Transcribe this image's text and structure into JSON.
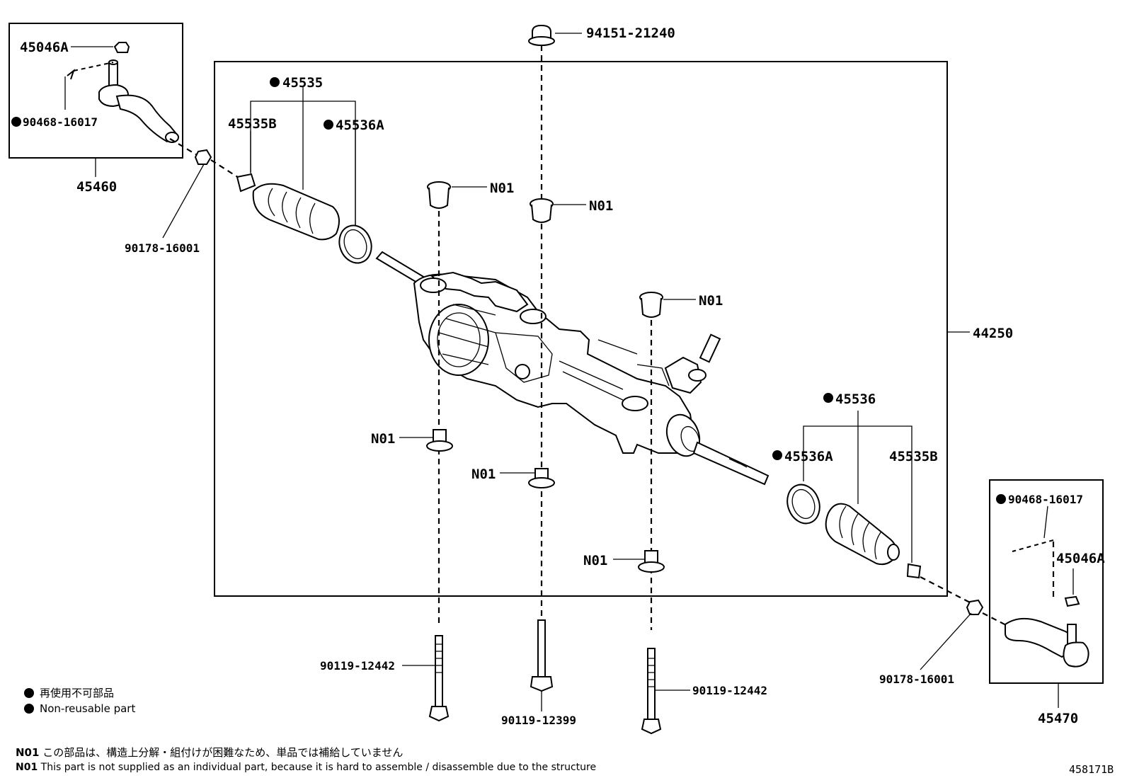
{
  "labels": {
    "p94151": "94151-21240",
    "p45046A_l": "45046A",
    "p90468_l": "90468-16017",
    "p45460": "45460",
    "p90178_l": "90178-16001",
    "p45535": "45535",
    "p45535B_l": "45535B",
    "p45536A_l": "45536A",
    "n01_a": "N01",
    "n01_b": "N01",
    "n01_c": "N01",
    "n01_d": "N01",
    "n01_e": "N01",
    "n01_f": "N01",
    "p44250": "44250",
    "p45536": "45536",
    "p45536A_r": "45536A",
    "p45535B_r": "45535B",
    "p90468_r": "90468-16017",
    "p45046A_r": "45046A",
    "p90178_r": "90178-16001",
    "p45470": "45470",
    "p90119_a": "90119-12442",
    "p90119_b": "90119-12399",
    "p90119_c": "90119-12442"
  },
  "legend": {
    "jp": "再使用不可部品",
    "en": "Non-reusable part"
  },
  "notes": {
    "jp_prefix": "N01",
    "jp_text": "この部品は、構造上分解・組付けが困難なため、単品では補給していません",
    "en_prefix": "N01",
    "en_text": "This part is not supplied as an individual part, because it is hard to assemble / disassemble due to the structure"
  },
  "figure_id": "458171B"
}
